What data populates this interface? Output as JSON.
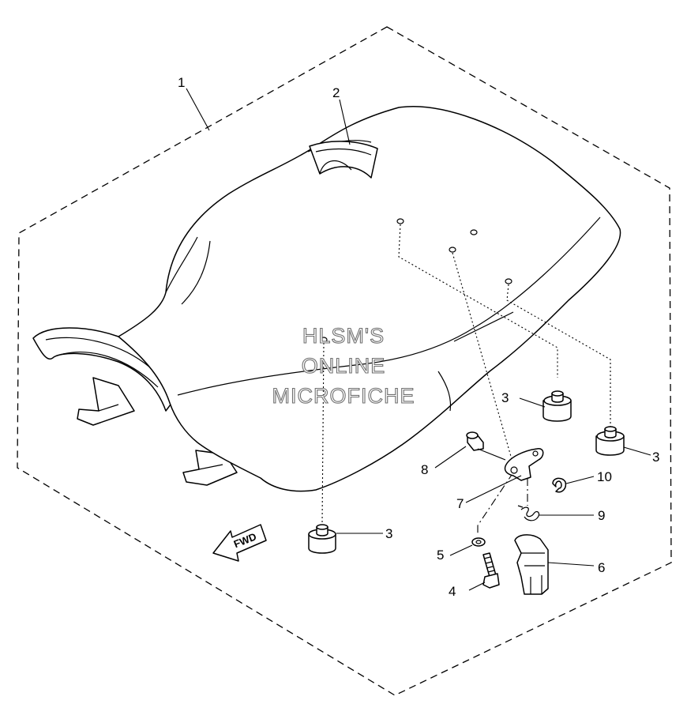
{
  "callouts": {
    "c1": "1",
    "c2": "2",
    "c3a": "3",
    "c3b": "3",
    "c3c": "3",
    "c4": "4",
    "c5": "5",
    "c6": "6",
    "c7": "7",
    "c8": "8",
    "c9": "9",
    "c10": "10"
  },
  "fwd_arrow": {
    "label": "FWD"
  },
  "watermark": {
    "line1": "HLSM'S",
    "line2": "ONLINE",
    "line3": "MICROFICHE"
  }
}
